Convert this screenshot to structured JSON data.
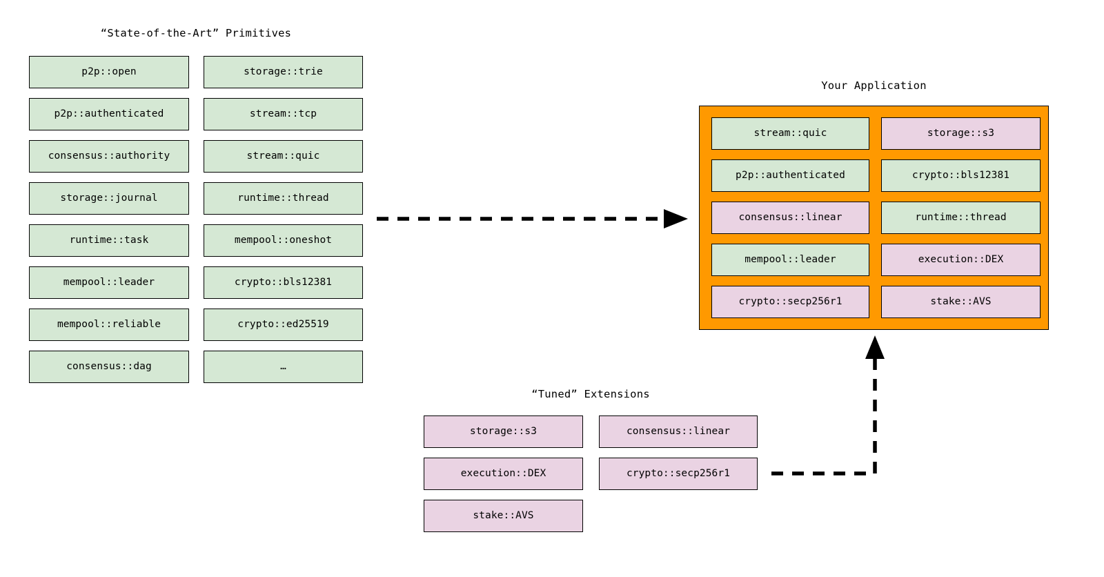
{
  "diagram": {
    "title_primitives": "“State-of-the-Art” Primitives",
    "title_application": "Your Application",
    "title_extensions": "“Tuned” Extensions",
    "colors": {
      "primitive_fill": "#d5e8d4",
      "extension_fill": "#ead3e3",
      "application_fill": "#ff9900",
      "stroke": "#000000",
      "background": "#ffffff"
    }
  },
  "primitives": {
    "column_left": [
      "p2p::open",
      "p2p::authenticated",
      "consensus::authority",
      "storage::journal",
      "runtime::task",
      "mempool::leader",
      "mempool::reliable",
      "consensus::dag"
    ],
    "column_right": [
      "storage::trie",
      "stream::tcp",
      "stream::quic",
      "runtime::thread",
      "mempool::oneshot",
      "crypto::bls12381",
      "crypto::ed25519",
      "…"
    ]
  },
  "extensions": {
    "column_left": [
      "storage::s3",
      "execution::DEX",
      "stake::AVS"
    ],
    "column_right": [
      "consensus::linear",
      "crypto::secp256r1"
    ]
  },
  "application": {
    "column_left": [
      {
        "label": "stream::quic",
        "kind": "primitive"
      },
      {
        "label": "p2p::authenticated",
        "kind": "primitive"
      },
      {
        "label": "consensus::linear",
        "kind": "extension"
      },
      {
        "label": "mempool::leader",
        "kind": "primitive"
      },
      {
        "label": "crypto::secp256r1",
        "kind": "extension"
      }
    ],
    "column_right": [
      {
        "label": "storage::s3",
        "kind": "extension"
      },
      {
        "label": "crypto::bls12381",
        "kind": "primitive"
      },
      {
        "label": "runtime::thread",
        "kind": "primitive"
      },
      {
        "label": "execution::DEX",
        "kind": "extension"
      },
      {
        "label": "stake::AVS",
        "kind": "extension"
      }
    ]
  },
  "connectors": [
    {
      "name": "primitives-to-application",
      "style": "dashed",
      "direction": "right"
    },
    {
      "name": "extensions-to-application",
      "style": "dashed",
      "direction": "up"
    }
  ]
}
